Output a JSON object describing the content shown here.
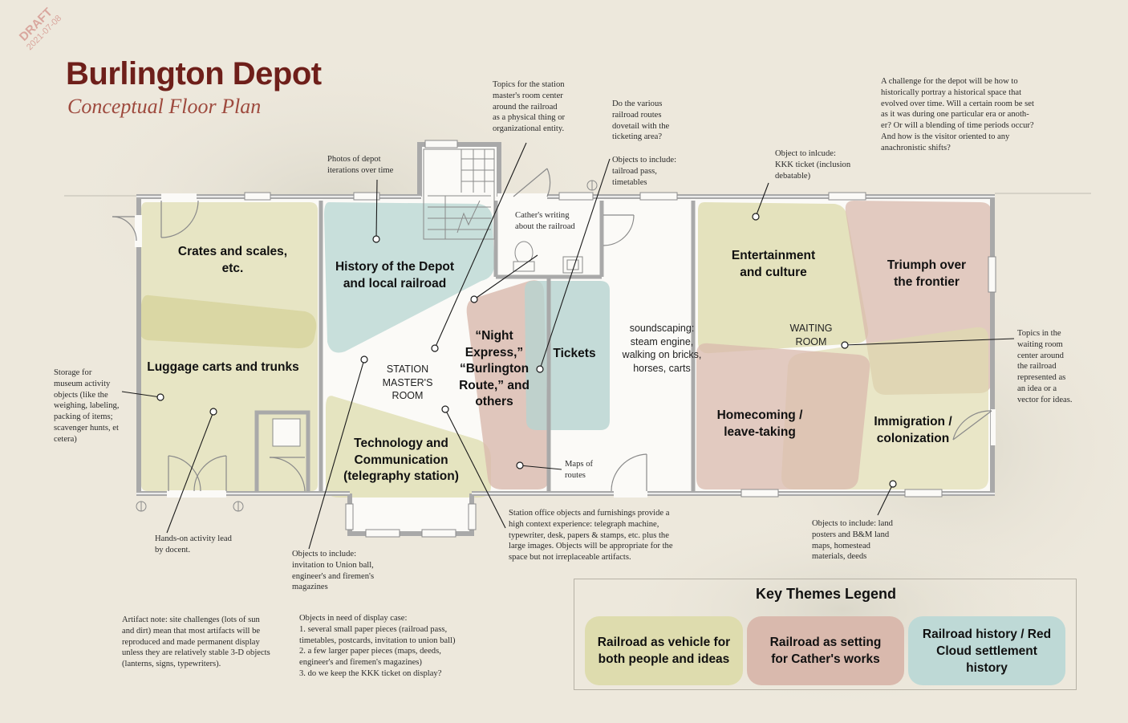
{
  "header": {
    "title": "Burlington Depot",
    "subtitle": "Conceptual Floor Plan",
    "stamp_status": "DRAFT",
    "stamp_date": "2021-07-08"
  },
  "colors": {
    "title": "#6e1f1a",
    "subtitle": "#9e4a3e",
    "theme_vehicle": "#dedcae",
    "theme_setting": "#d9b9ad",
    "theme_history": "#bed9d6",
    "wall": "#a9a9a9"
  },
  "rooms": {
    "crates": "Crates and scales,\netc.",
    "luggage": "Luggage carts and trunks",
    "history_depot": "History of the Depot\nand local railroad",
    "station_master": "STATION\nMASTER'S\nROOM",
    "night_express": "“Night\nExpress,”\n“Burlington\nRoute,” and\nothers",
    "tickets": "Tickets",
    "technology": "Technology and\nCommunication\n(telegraphy station)",
    "soundscaping": "soundscaping:\nsteam engine,\nwalking on bricks,\nhorses, carts",
    "entertainment": "Entertainment\nand culture",
    "triumph": "Triumph over\nthe frontier",
    "waiting_room": "WAITING\nROOM",
    "homecoming": "Homecoming /\nleave-taking",
    "immigration": "Immigration /\ncolonization",
    "cather_writing": "Cather's writing\nabout the railroad",
    "maps_of_routes": "Maps of\nroutes"
  },
  "notes": {
    "photos": "Photos of depot\niterations over time",
    "topics_station": "Topics for the station\nmaster's room center\naround the railroad\nas a physical thing or\norganizational entity.",
    "routes_question": "Do the various\nrailroad routes\ndovetail with the\nticketing area?",
    "objects_tailroad": "Objects to include:\ntailroad pass,\ntimetables",
    "kkk": "Object to inlcude:\nKKK ticket (inclusion\ndebatable)",
    "challenge": "A challenge for the depot will be how to\nhistorically portray a historical space that\nevolved over time. Will a certain room be set\nas it was during one particular era or anoth-\ner? Or will a blending of time periods occur?\nAnd how is the visitor oriented to any\nanachronistic shifts?",
    "storage": "Storage for\nmuseum activity\nobjects (like the\nweighing, labeling,\npacking of items;\nscavenger hunts, et\ncetera)",
    "topics_waiting": "Topics in the\nwaiting room\ncenter around\nthe railroad\nrepresented as\nan idea or a\nvector for ideas.",
    "hands_on": "Hands-on activity lead\nby docent.",
    "objects_union": "Objects to include:\ninvitation to Union ball,\nengineer's and firemen's\nmagazines",
    "station_office": "Station office objects and furnishings provide a\nhigh context experience: telegraph machine,\ntypewriter, desk, papers & stamps, etc. plus the\nlarge images. Objects will be appropriate for the\nspace but not irreplaceable artifacts.",
    "objects_land": "Objects to include: land\nposters and B&M land\nmaps, homestead\nmaterials, deeds",
    "artifact_note": "Artifact note: site challenges (lots of sun\nand dirt) mean that most artifacts will be\nreproduced and made permanent display\nunless they are relatively stable 3-D objects\n(lanterns, signs, typewriters).",
    "display_case": "Objects in need of display case:\n1. several small paper pieces (railroad pass,\ntimetables, postcards, invitation to union ball)\n2. a few larger paper pieces (maps, deeds,\nengineer's and firemen's magazines)\n3. do we keep the KKK ticket on display?"
  },
  "legend": {
    "title": "Key Themes Legend",
    "items": [
      {
        "label": "Railroad as vehicle for\nboth people and ideas",
        "color": "#dedcae"
      },
      {
        "label": "Railroad as setting\nfor Cather's works",
        "color": "#d9b9ad"
      },
      {
        "label": "Railroad history / Red\nCloud settlement\nhistory",
        "color": "#bed9d6"
      }
    ]
  }
}
